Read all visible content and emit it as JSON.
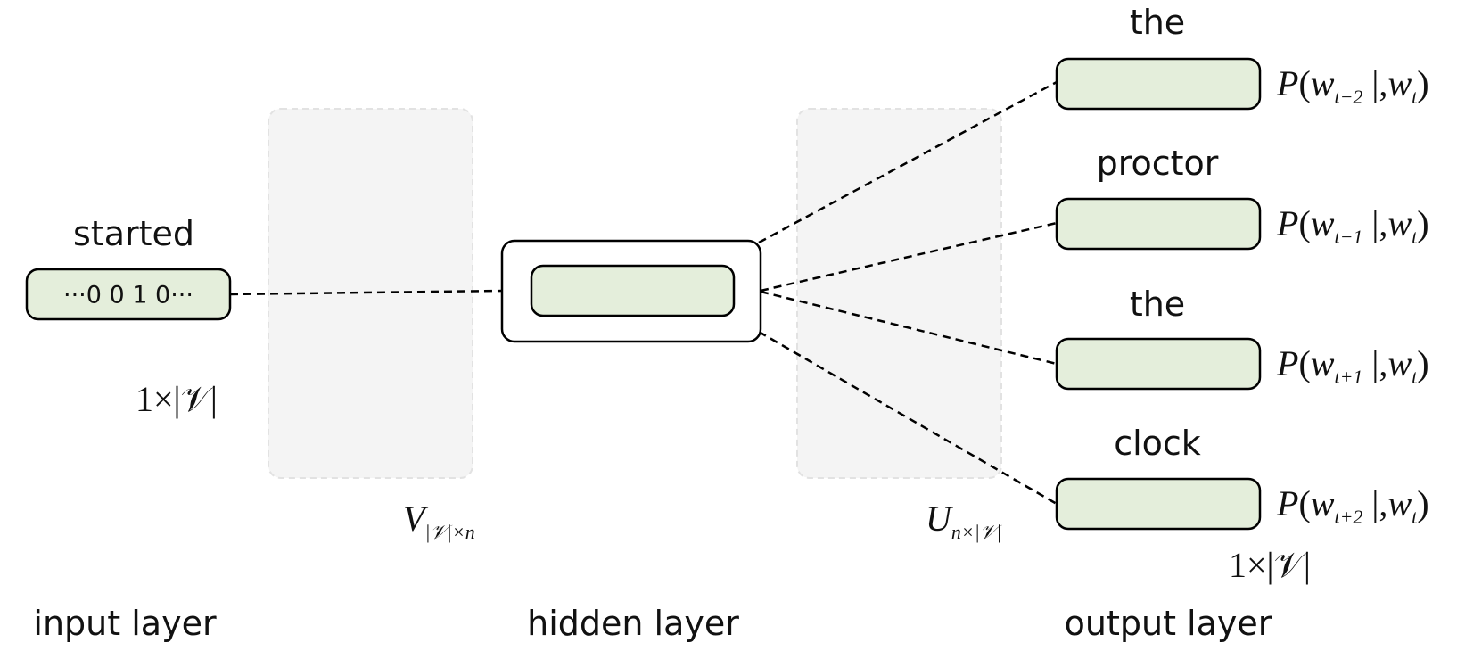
{
  "input": {
    "word": "started",
    "vector": "···0 0 1 0···",
    "dims": "1×|𝒱|"
  },
  "matrices": {
    "v_label": "V",
    "v_sub": "|𝒱|×n",
    "u_label": "U",
    "u_sub": "n×|𝒱|"
  },
  "outputs": [
    {
      "word": "the",
      "prob_sub": "t−2"
    },
    {
      "word": "proctor",
      "prob_sub": "t−1"
    },
    {
      "word": "the",
      "prob_sub": "t+1"
    },
    {
      "word": "clock",
      "prob_sub": "t+2"
    }
  ],
  "output_dims": "1×|𝒱|",
  "layers": {
    "input": "input layer",
    "hidden": "hidden layer",
    "output": "output layer"
  },
  "colors": {
    "vector_fill": "#e4eedb",
    "matrix_fill": "#f4f4f4",
    "stroke": "#000000"
  }
}
